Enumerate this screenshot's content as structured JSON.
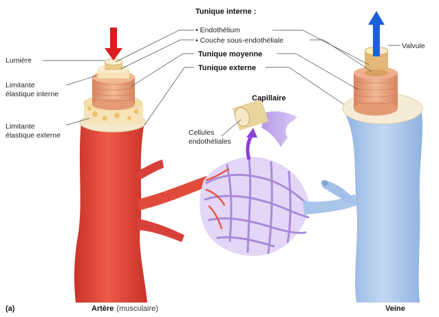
{
  "labels": {
    "tunique_interne": "Tunique interne :",
    "endothelium": "• Endothélium",
    "couche_sous_endotheliale": "• Couche sous-endothéliale",
    "tunique_moyenne": "Tunique moyenne",
    "tunique_externe": "Tunique externe",
    "lumiere": "Lumière",
    "limitante_interne_1": "Limitante",
    "limitante_interne_2": "élastique interne",
    "limitante_externe_1": "Limitante",
    "limitante_externe_2": "élastique externe",
    "valvule": "Valvule",
    "capillaire": "Capillaire",
    "cellules_1": "Cellules",
    "cellules_2": "endothéliales"
  },
  "captions": {
    "panel": "(a)",
    "artere": "Artère",
    "artere_note": "(musculaire)",
    "veine": "Veine"
  },
  "colors": {
    "artery": "#e8473a",
    "artery_dark": "#c8322a",
    "vein": "#a9c6ea",
    "vein_dark": "#7fa6d6",
    "capillary": "#c9b3ec",
    "muscle": "#e9a27c",
    "adventitia": "#f6ead0",
    "arrow_red": "#d81e1e",
    "arrow_blue": "#1d5fd6",
    "arrow_purple": "#8a3fd6"
  }
}
